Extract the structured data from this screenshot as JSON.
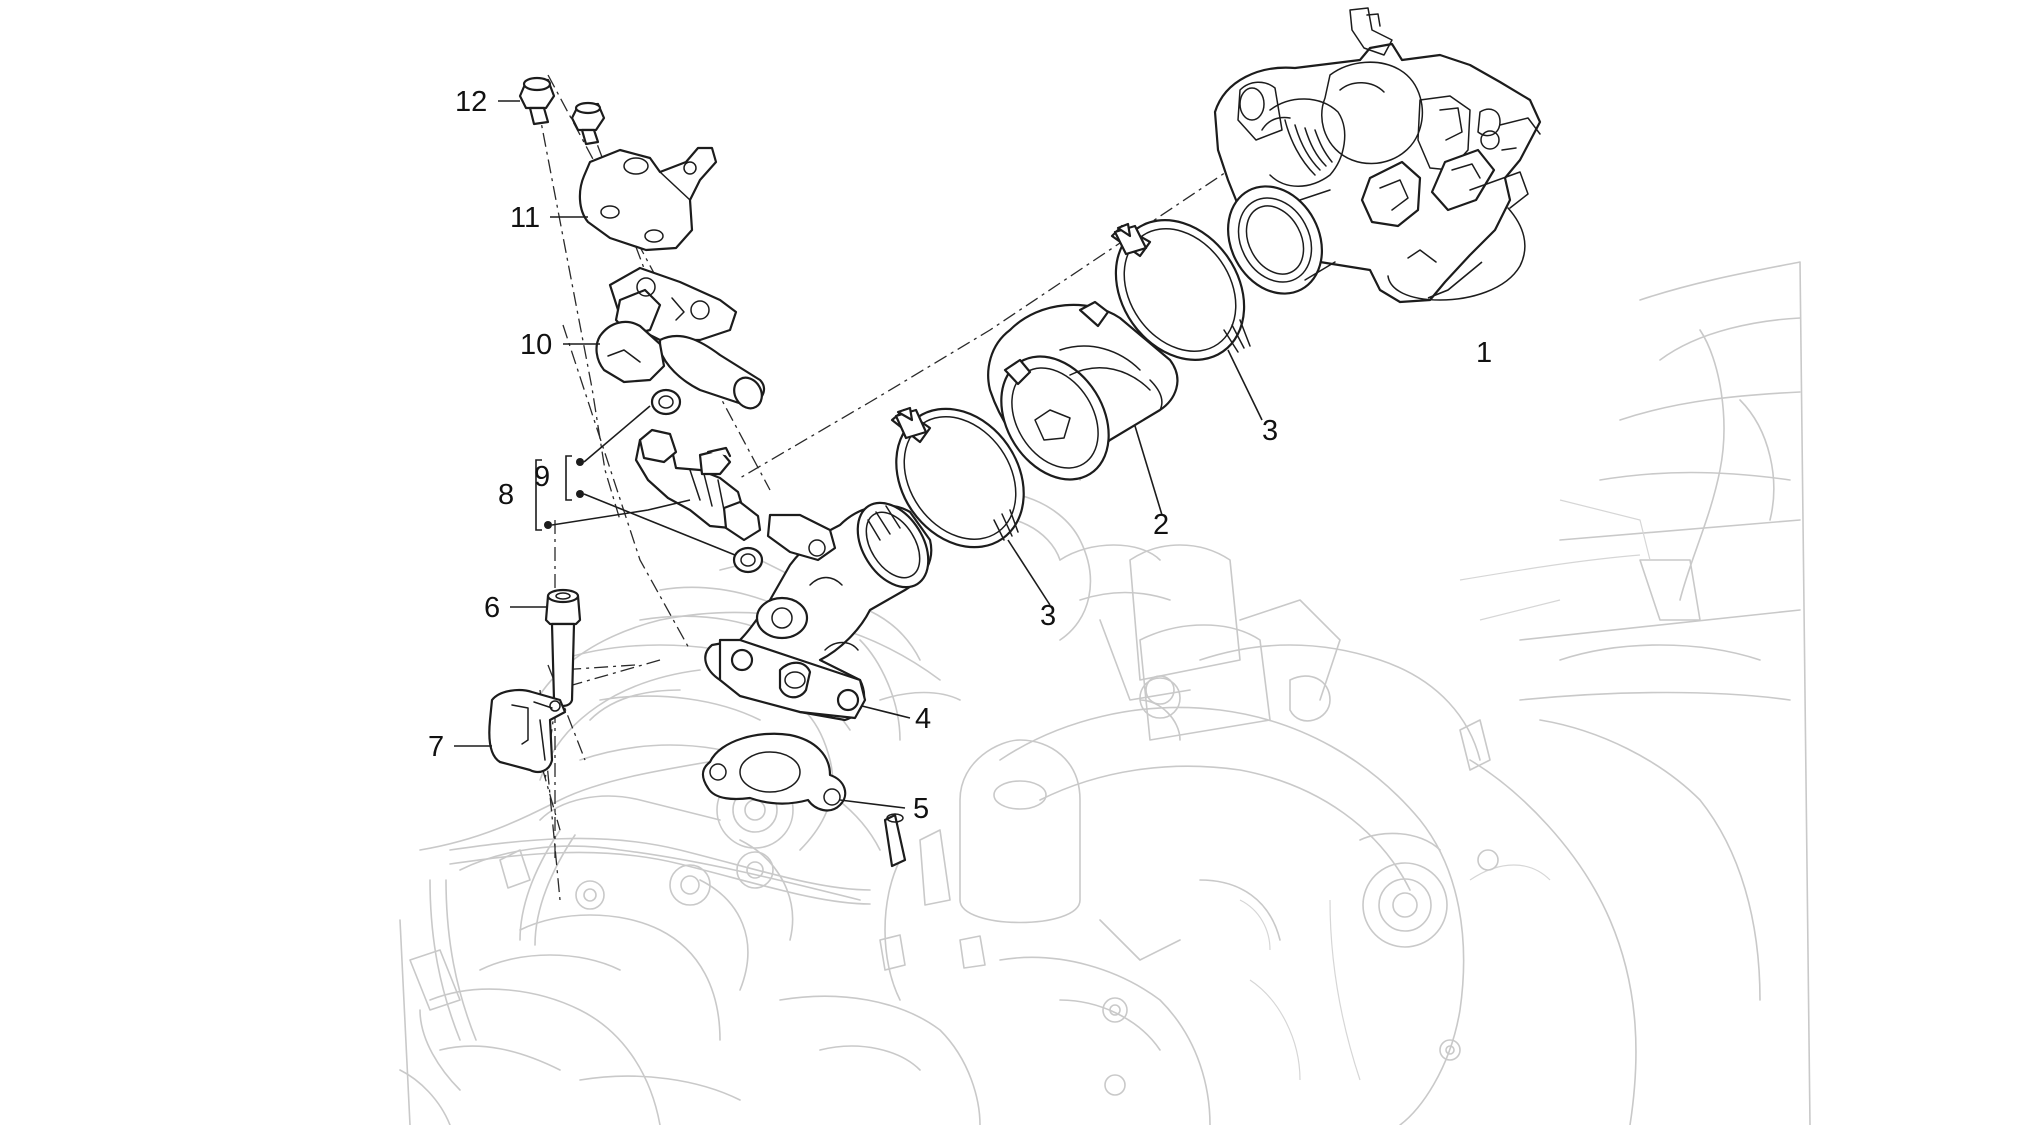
{
  "callouts": [
    {
      "id": "c1",
      "label": "1"
    },
    {
      "id": "c2",
      "label": "2"
    },
    {
      "id": "c3a",
      "label": "3"
    },
    {
      "id": "c3b",
      "label": "3"
    },
    {
      "id": "c4",
      "label": "4"
    },
    {
      "id": "c5",
      "label": "5"
    },
    {
      "id": "c6",
      "label": "6"
    },
    {
      "id": "c7",
      "label": "7"
    },
    {
      "id": "c8",
      "label": "8"
    },
    {
      "id": "c9",
      "label": "9"
    },
    {
      "id": "c10",
      "label": "10"
    },
    {
      "id": "c11",
      "label": "11"
    },
    {
      "id": "c12",
      "label": "12"
    }
  ],
  "colors": {
    "line": "#1c1c1c",
    "ghost": "#c9c9c9",
    "background": "#ffffff"
  }
}
